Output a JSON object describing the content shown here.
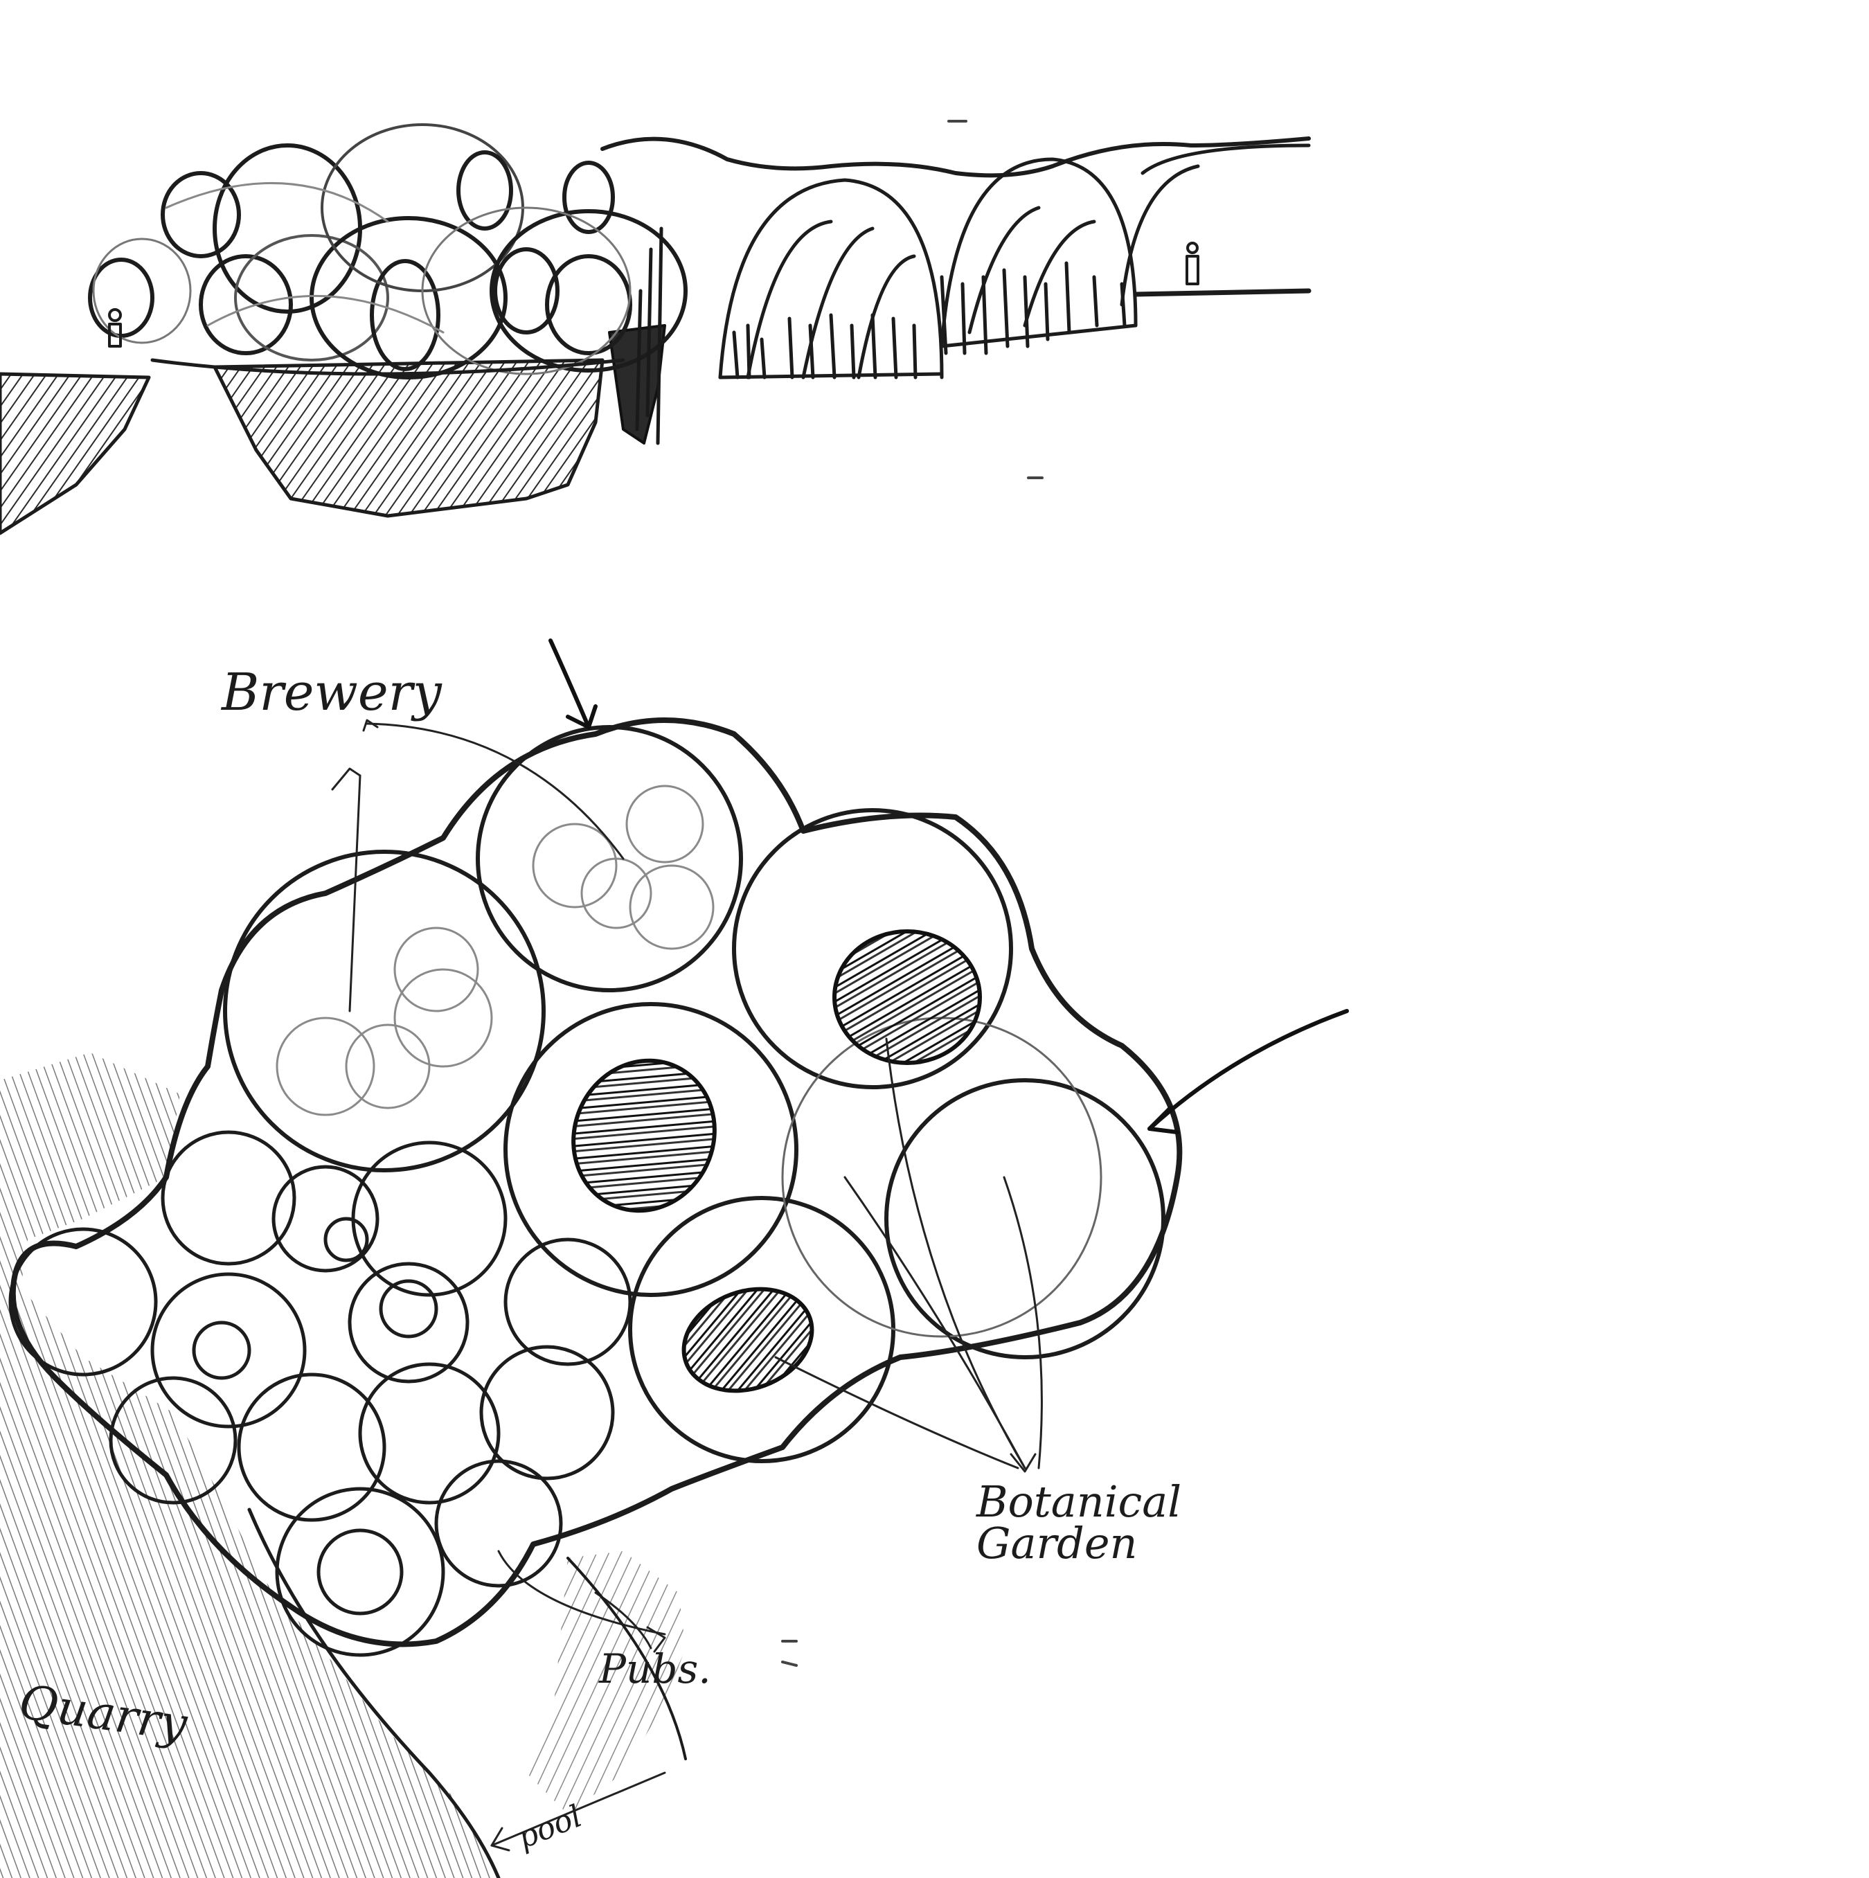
{
  "sketch": {
    "labels": {
      "brewery": "Brewery",
      "botanical_garden_line1": "Botanical",
      "botanical_garden_line2": "Garden",
      "pubs": "Pubs.",
      "quarry": "Quarry",
      "pool": "pool"
    },
    "colors": {
      "ink": "#1c1c1c",
      "pencil": "#8a8a8a",
      "hatch": "#5a5a5a",
      "paper": "#ffffff"
    }
  }
}
